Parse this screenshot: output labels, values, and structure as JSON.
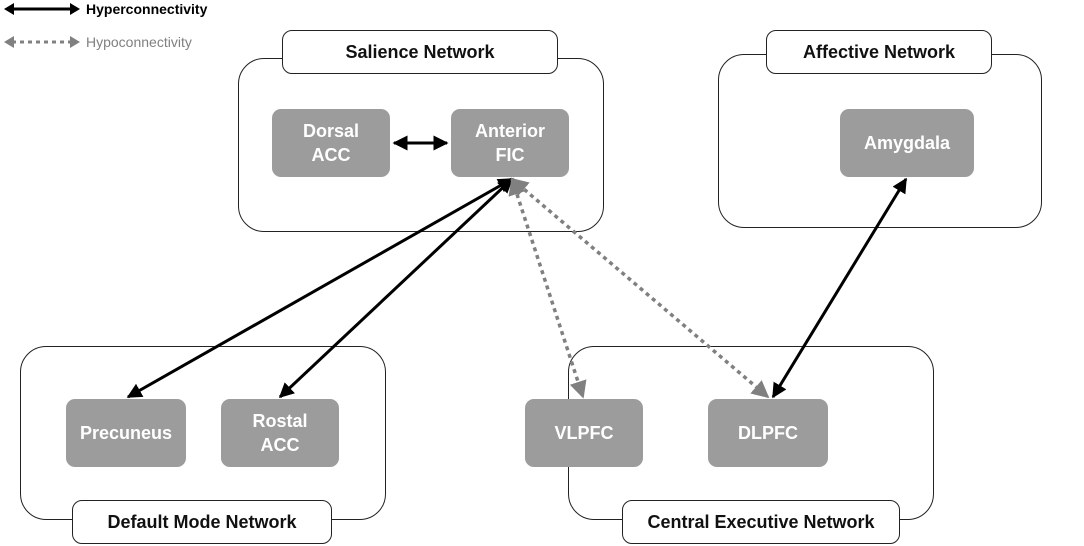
{
  "legend": {
    "hyper_label": "Hyperconnectivity",
    "hypo_label": "Hypoconnectivity",
    "hyper_color": "#000000",
    "hypo_color": "#808080"
  },
  "networks": {
    "salience": "Salience Network",
    "affective": "Affective Network",
    "default_mode": "Default Mode Network",
    "central_executive": "Central Executive Network"
  },
  "nodes": {
    "dorsal_acc": "Dorsal\nACC",
    "anterior_fic": "Anterior\nFIC",
    "amygdala": "Amygdala",
    "precuneus": "Precuneus",
    "rostal_acc": "Rostal\nACC",
    "vlpfc": "VLPFC",
    "dlpfc": "DLPFC"
  },
  "connections": [
    {
      "from": "dorsal_acc",
      "to": "anterior_fic",
      "type": "hyper"
    },
    {
      "from": "anterior_fic",
      "to": "precuneus",
      "type": "hyper"
    },
    {
      "from": "anterior_fic",
      "to": "rostal_acc",
      "type": "hyper"
    },
    {
      "from": "anterior_fic",
      "to": "vlpfc",
      "type": "hypo"
    },
    {
      "from": "anterior_fic",
      "to": "dlpfc",
      "type": "hypo"
    },
    {
      "from": "amygdala",
      "to": "dlpfc",
      "type": "hyper"
    }
  ],
  "colors": {
    "node_fill": "#9c9c9c",
    "node_text": "#ffffff",
    "border": "#222222"
  }
}
